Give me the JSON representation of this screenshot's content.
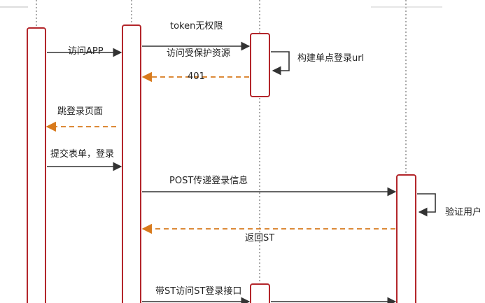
{
  "colors": {
    "lifeline": "#555555",
    "activation_stroke": "#b3262b",
    "activation_fill": "#ffffff",
    "solid_arrow": "#333333",
    "return_arrow": "#d87a1c"
  },
  "messages": [
    {
      "id": "msg-token-no-permission",
      "label": "token无权限",
      "style": "note"
    },
    {
      "id": "msg-visit-app",
      "label": "访问APP",
      "style": "solid"
    },
    {
      "id": "msg-access-protected",
      "label": "访问受保护资源",
      "style": "solid"
    },
    {
      "id": "msg-build-sso-url",
      "label": "构建单点登录url",
      "style": "self"
    },
    {
      "id": "msg-401",
      "label": "401",
      "style": "dashed"
    },
    {
      "id": "msg-redirect-login",
      "label": "跳登录页面",
      "style": "dashed"
    },
    {
      "id": "msg-submit-form",
      "label": "提交表单，登录",
      "style": "solid"
    },
    {
      "id": "msg-post-login",
      "label": "POST传递登录信息",
      "style": "solid"
    },
    {
      "id": "msg-verify-user",
      "label": "验证用户",
      "style": "self"
    },
    {
      "id": "msg-return-st",
      "label": "返回ST",
      "style": "dashed"
    },
    {
      "id": "msg-st-access-login",
      "label": "带ST访问ST登录接口",
      "style": "solid"
    }
  ]
}
